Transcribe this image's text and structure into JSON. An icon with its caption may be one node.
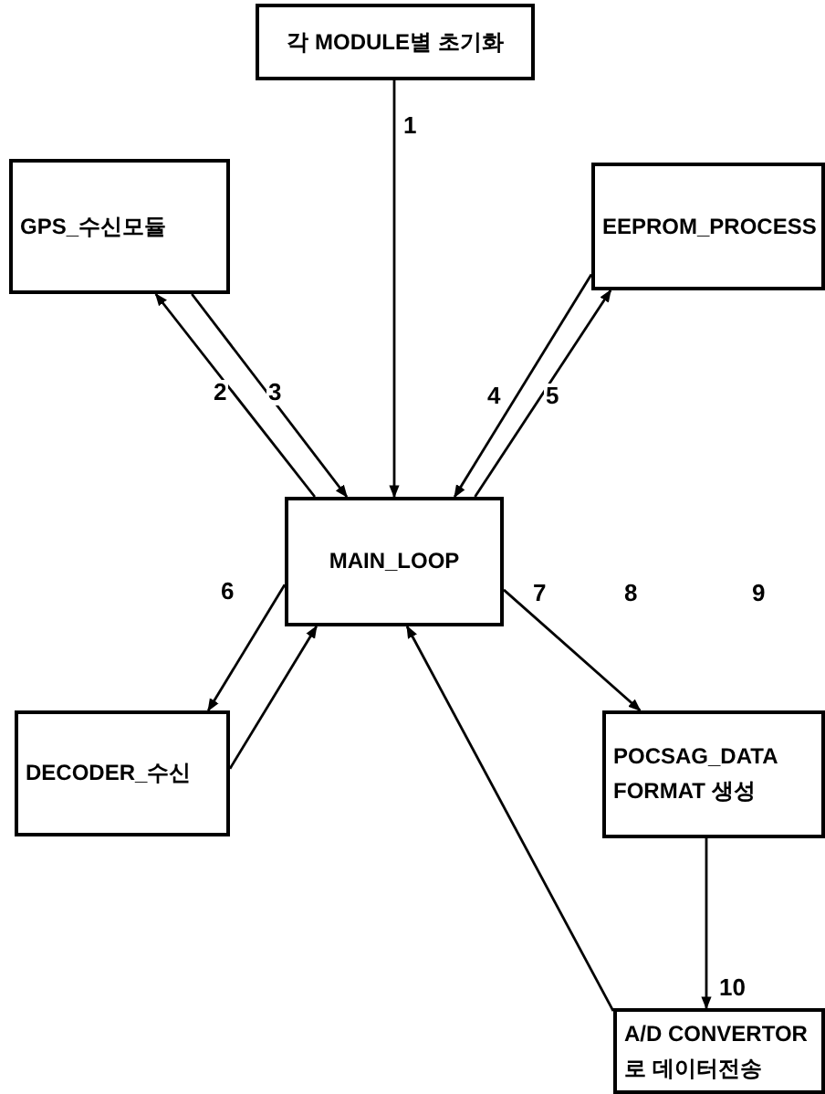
{
  "diagram": {
    "nodes": [
      {
        "text": [
          "각 MODULE별 초기화"
        ]
      },
      {
        "text": [
          "GPS_수신모듈"
        ]
      },
      {
        "text": [
          "EEPROM_PROCESS"
        ]
      },
      {
        "text": [
          "MAIN_LOOP"
        ]
      },
      {
        "text": [
          "DECODER_수신"
        ]
      },
      {
        "text": [
          "POCSAG_DATA FORMAT 생성"
        ]
      },
      {
        "text": [
          "A/D CONVERTOR로 데이터전송"
        ]
      }
    ],
    "edges": [
      {
        "from": 0,
        "to": 3,
        "arrow": "to",
        "label": "1"
      },
      {
        "from": 3,
        "to": 1,
        "arrow": "to",
        "label": "2"
      },
      {
        "from": 1,
        "to": 3,
        "arrow": "to",
        "label": "3"
      },
      {
        "from": 2,
        "to": 3,
        "arrow": "to",
        "label": "4"
      },
      {
        "from": 3,
        "to": 2,
        "arrow": "to",
        "label": "5"
      },
      {
        "from": 3,
        "to": 4,
        "arrow": "to",
        "label": "6"
      },
      {
        "from": 4,
        "to": 3,
        "arrow": "to"
      },
      {
        "from": 3,
        "to": 5,
        "arrow": "to",
        "label": "7"
      },
      {
        "from": 6,
        "to": 3,
        "arrow": "to"
      },
      {
        "from": 5,
        "to": 6,
        "arrow": "to",
        "label": "10"
      }
    ],
    "labels": [
      "8",
      "9"
    ]
  }
}
